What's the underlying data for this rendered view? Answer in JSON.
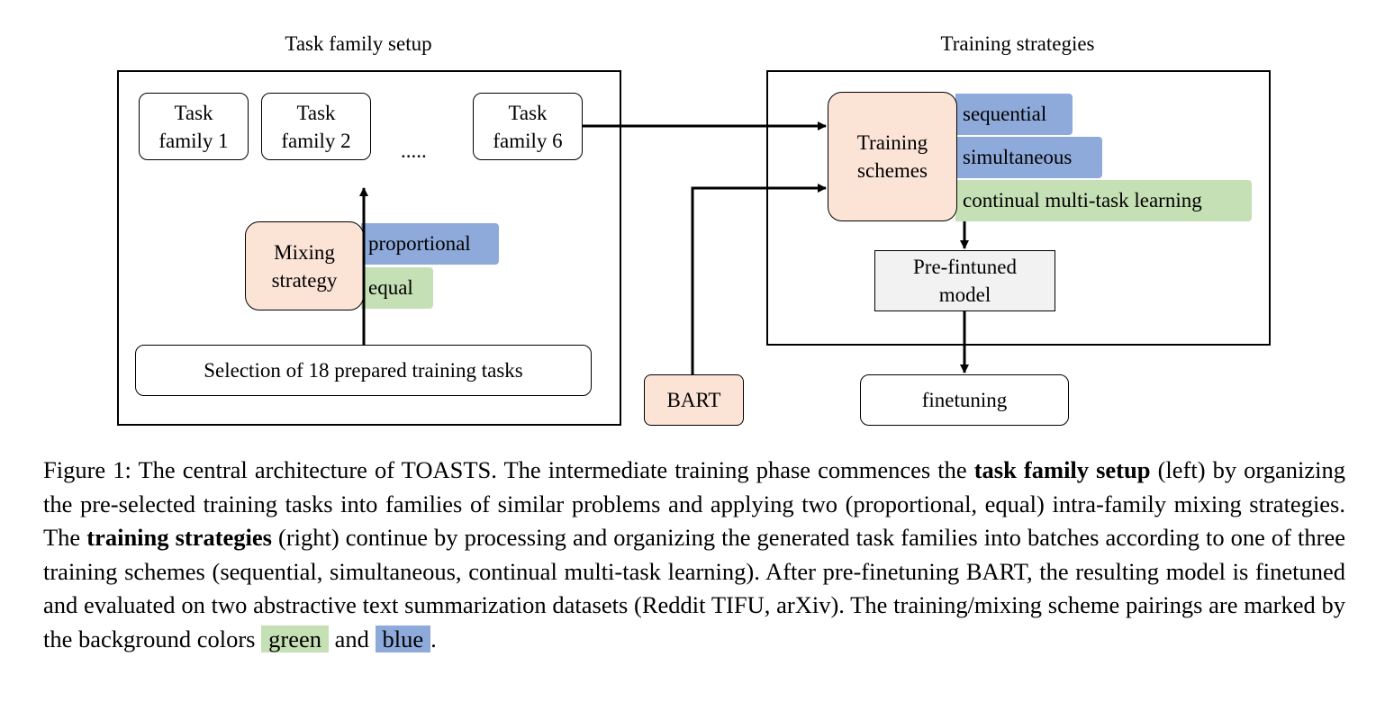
{
  "left_panel": {
    "heading": "Task family setup",
    "families": [
      {
        "label": "Task\nfamily 1"
      },
      {
        "label": "Task\nfamily 2"
      },
      {
        "label": "Task\nfamily 6"
      }
    ],
    "ellipsis": ".....",
    "mixing": {
      "label": "Mixing\nstrategy",
      "options": [
        "proportional",
        "equal"
      ]
    },
    "selection": "Selection of 18 prepared training tasks"
  },
  "right_panel": {
    "heading": "Training strategies",
    "schemes": {
      "label": "Training\nschemes",
      "options": [
        "sequential",
        "simultaneous",
        "continual multi-task learning"
      ]
    },
    "model": "Pre-fintuned\nmodel"
  },
  "bart": "BART",
  "finetuning": "finetuning",
  "caption": {
    "p1": "Figure 1: The central architecture of TOASTS. The intermediate training phase commences the ",
    "b1": "task family setup",
    "p2": " (left) by organizing the pre-selected training tasks into families of similar problems and applying two (proportional, equal) intra-family mixing strategies.  The ",
    "b2": "training strategies",
    "p3": " (right) continue by processing and organizing the generated task families into batches according to one of three training schemes (sequential, simultaneous, continual multi-task learning).  After pre-finetuning BART, the resulting model is finetuned and evaluated on two abstractive text summarization datasets (Reddit TIFU, arXiv).  The training/mixing scheme pairings are marked by the background colors ",
    "green_word": "green",
    "p4": " and ",
    "blue_word": "blue",
    "p5": "."
  },
  "colors": {
    "blue": "#8eaadb",
    "green": "#c5e0b4",
    "peach": "#fbe3d6",
    "gray": "#f2f2f2"
  }
}
